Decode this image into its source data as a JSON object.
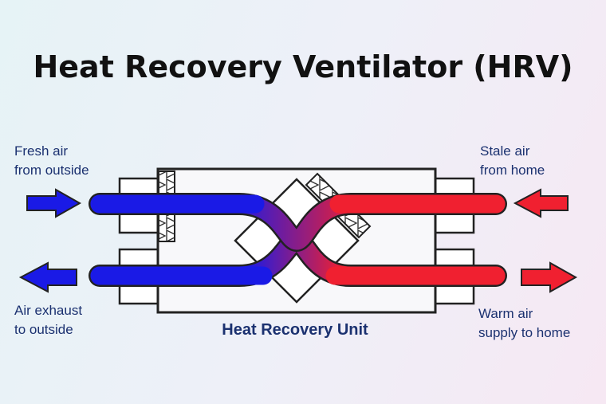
{
  "title": "Heat Recovery Ventilator (HRV)",
  "labels": {
    "fresh_air": [
      "Fresh air",
      "from outside"
    ],
    "stale_air": [
      "Stale air",
      "from home"
    ],
    "air_exhaust": [
      "Air exhaust",
      "to outside"
    ],
    "warm_air": [
      "Warm air",
      "supply to home"
    ],
    "unit": "Heat Recovery Unit"
  },
  "colors": {
    "cold": "#1a1ae6",
    "warm": "#f02030",
    "text": "#1b3170",
    "outline": "#222222"
  }
}
